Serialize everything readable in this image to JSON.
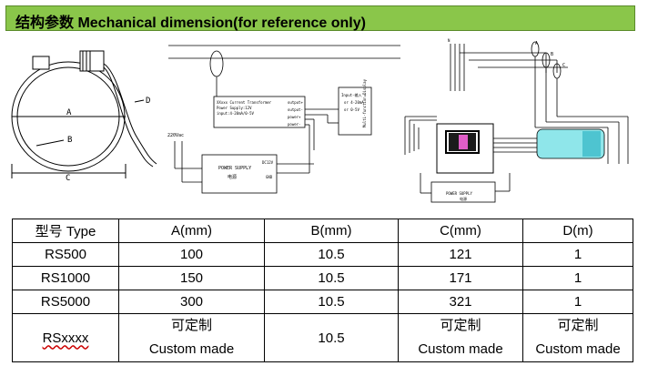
{
  "header": {
    "title": "结构参数 Mechanical dimension(for reference only)"
  },
  "diagram": {
    "labels": {
      "a": "A",
      "b": "B",
      "c": "C",
      "d": "D"
    },
    "ct_text": [
      "XXxxx Current Transformer",
      "Power Supply:12V",
      "input:4-20mA/0-5V"
    ],
    "ports": [
      "output+",
      "output-",
      "power+",
      "power-"
    ],
    "supply_voltage": "220Vac",
    "power_supply": "POWER SUPPLY",
    "power_supply_cn": "电源",
    "dc_label": "DC12V",
    "gnd_label": "GND",
    "display_label": [
      "Input-输入 +",
      "or 4-20mA",
      "or 0-5V"
    ],
    "display_side": "Multi-function Display",
    "three_phase": [
      "A",
      "B",
      "C"
    ],
    "n_label": "N"
  },
  "table": {
    "headers": [
      "型号 Type",
      "A(mm)",
      "B(mm)",
      "C(mm)",
      "D(m)"
    ],
    "rows": [
      [
        "RS500",
        "100",
        "10.5",
        "121",
        "1"
      ],
      [
        "RS1000",
        "150",
        "10.5",
        "171",
        "1"
      ],
      [
        "RS5000",
        "300",
        "10.5",
        "321",
        "1"
      ]
    ],
    "last_row": {
      "type": "RSxxxx",
      "a_cn": "可定制",
      "a_en": "Custom made",
      "b": "10.5",
      "c_cn": "可定制",
      "c_en": "Custom made",
      "d_cn": "可定制",
      "d_en": "Custom made"
    }
  }
}
